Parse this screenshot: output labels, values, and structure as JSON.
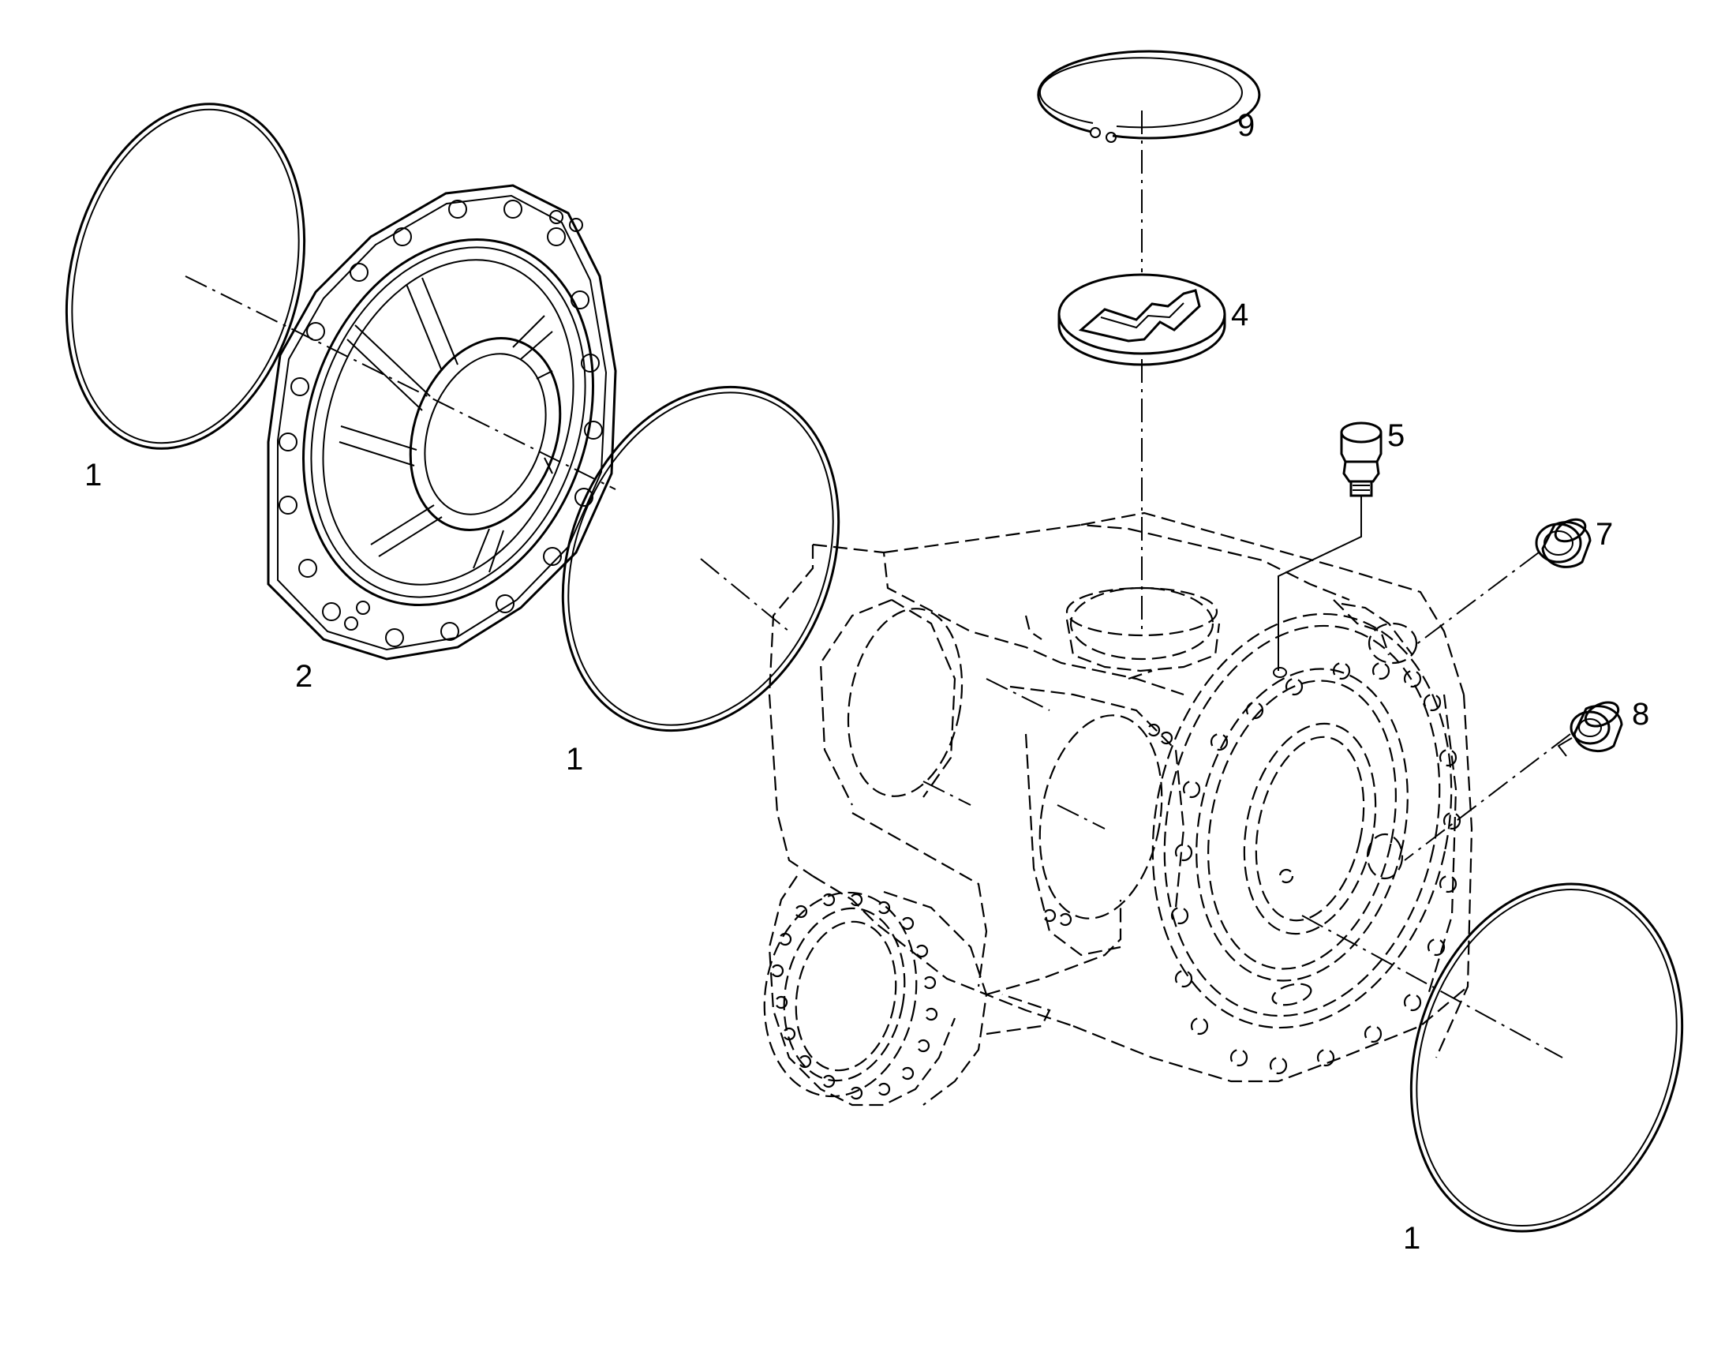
{
  "callouts": [
    {
      "id": "ring_topleft",
      "text": "1"
    },
    {
      "id": "cover",
      "text": "2"
    },
    {
      "id": "ring_middle",
      "text": "1"
    },
    {
      "id": "disc",
      "text": "4"
    },
    {
      "id": "fitting",
      "text": "5"
    },
    {
      "id": "plug_upper",
      "text": "7"
    },
    {
      "id": "plug_lower",
      "text": "8"
    },
    {
      "id": "snap_ring",
      "text": "9"
    },
    {
      "id": "ring_bottomright",
      "text": "1"
    }
  ]
}
